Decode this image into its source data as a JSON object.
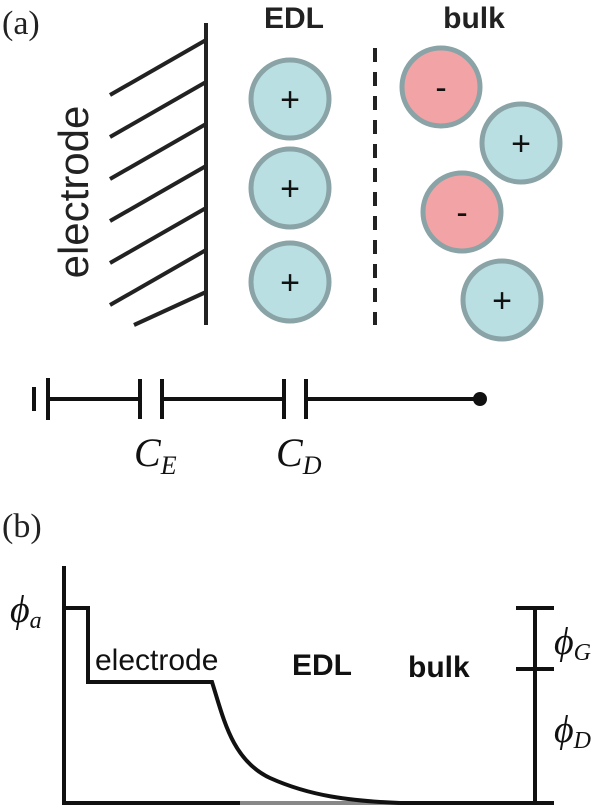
{
  "panel_a": {
    "label": "(a)",
    "electrode_label": "electrode",
    "edl_label": "EDL",
    "bulk_label": "bulk",
    "ion_colors": {
      "positive": "#b9dfe3",
      "negative": "#f2a3a5",
      "outline": "#8aa3a6"
    },
    "edl_ions": [
      {
        "sign": "+"
      },
      {
        "sign": "+"
      },
      {
        "sign": "+"
      }
    ],
    "bulk_ions": [
      {
        "sign": "-"
      },
      {
        "sign": "+"
      },
      {
        "sign": "-"
      },
      {
        "sign": "+"
      }
    ],
    "circuit": {
      "capacitor_1": {
        "symbol": "C",
        "subscript": "E"
      },
      "capacitor_2": {
        "symbol": "C",
        "subscript": "D"
      }
    }
  },
  "panel_b": {
    "label": "(b)",
    "phi_a": {
      "symbol": "ϕ",
      "subscript": "a"
    },
    "region_electrode": "electrode",
    "region_edl": "EDL",
    "region_bulk": "bulk",
    "phi_G": {
      "symbol": "ϕ",
      "subscript": "G"
    },
    "phi_D": {
      "symbol": "ϕ",
      "subscript": "D"
    }
  }
}
